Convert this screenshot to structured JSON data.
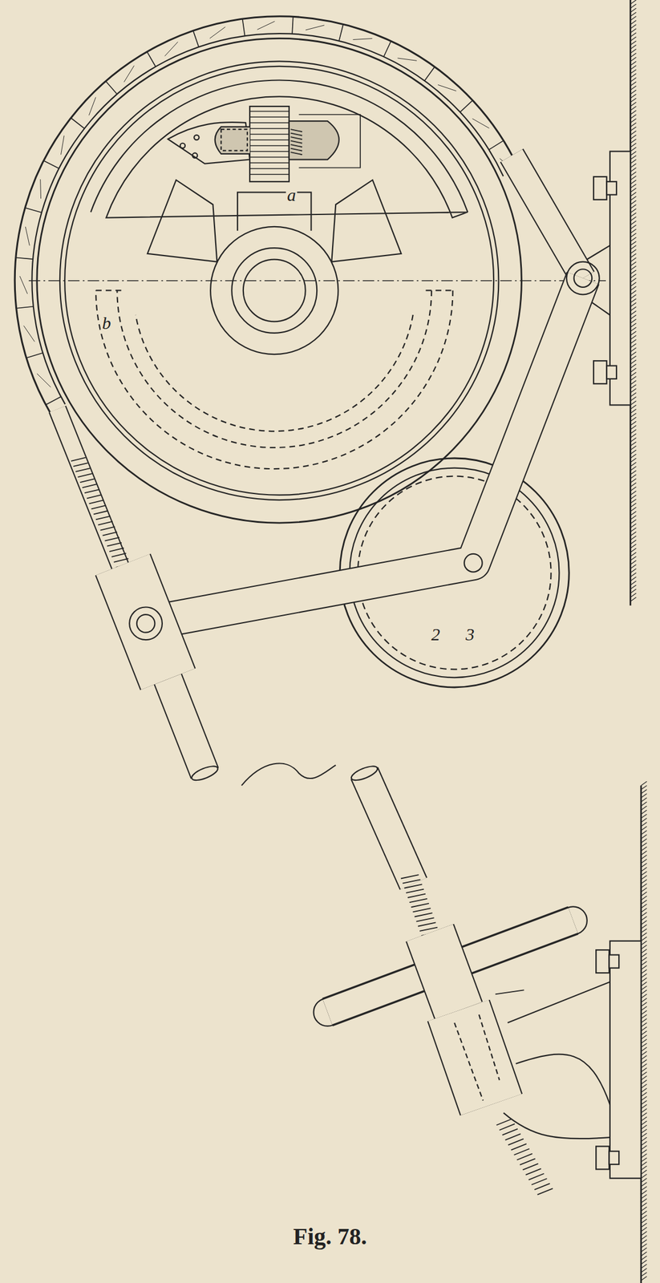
{
  "diagram": {
    "caption": "Fig. 78.",
    "labels": [
      "a",
      "b",
      "2",
      "3"
    ]
  }
}
